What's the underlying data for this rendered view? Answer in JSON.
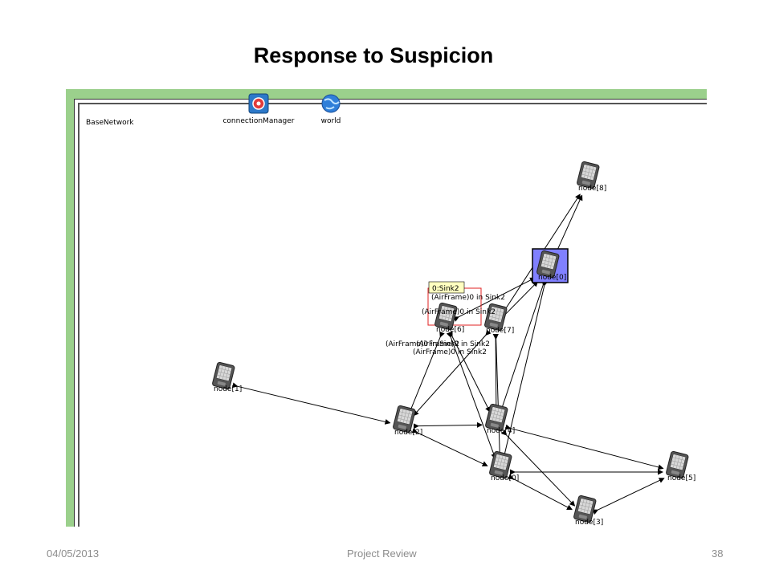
{
  "slide": {
    "title": "Response to Suspicion",
    "footer_date": "04/05/2013",
    "footer_center": "Project Review",
    "page_number": "38"
  },
  "network": {
    "name": "BaseNetwork",
    "modules": [
      {
        "label": "connectionManager",
        "icon": "connection-manager-icon"
      },
      {
        "label": "world",
        "icon": "globe-icon"
      }
    ],
    "nodes": [
      {
        "id": "n8",
        "label": "node[8]",
        "selected": false
      },
      {
        "id": "n0top",
        "label": "node[0]",
        "selected": true
      },
      {
        "id": "n6",
        "label": "node[6]",
        "selected": false,
        "sink": true
      },
      {
        "id": "n7",
        "label": "node[7]",
        "selected": false
      },
      {
        "id": "n1",
        "label": "node[1]",
        "selected": false
      },
      {
        "id": "n2",
        "label": "node[2]",
        "selected": false
      },
      {
        "id": "n4",
        "label": "node[4]",
        "selected": false
      },
      {
        "id": "n0",
        "label": "node[0]",
        "selected": false
      },
      {
        "id": "n5",
        "label": "node[5]",
        "selected": false
      },
      {
        "id": "n3",
        "label": "node[3]",
        "selected": false
      }
    ],
    "tooltip": "0:Sink2",
    "messages": [
      "(AirFrame)0 in Sink2",
      "(AirFrame)0 in Sink2",
      "(AirFrame)0 in Sink2",
      "(AirFrame)0 in Sink2",
      "(AirFrame)0 in Sink2"
    ],
    "colors": {
      "frame_green": "#9bd08c",
      "selected_fill": "#8080ff",
      "sink_box": "#e02020",
      "tooltip_bg": "#ffffc0"
    }
  }
}
